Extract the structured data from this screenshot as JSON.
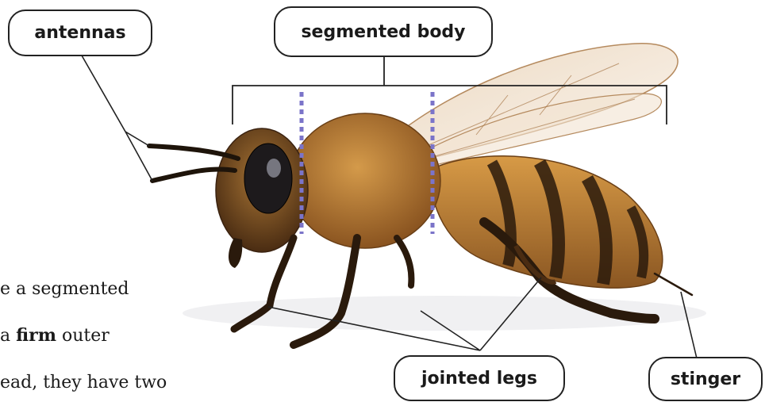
{
  "labels": {
    "antennas": "antennas",
    "segmented_body": "segmented body",
    "jointed_legs": "jointed legs",
    "stinger": "stinger"
  },
  "body_text": {
    "line1": "e a segmented",
    "line2_pre": " a ",
    "line2_bold": "firm",
    "line2_post": " outer",
    "line3": "ead, they have two"
  },
  "colors": {
    "segment_divider": "#7b74c9",
    "leader_line": "#222222"
  }
}
